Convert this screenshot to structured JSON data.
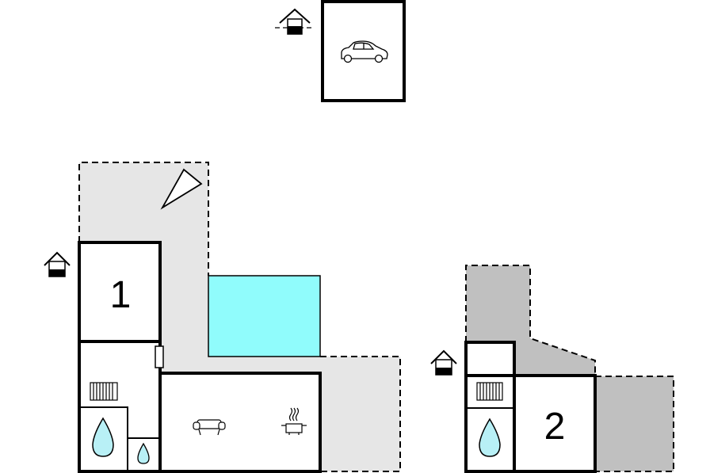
{
  "rooms": [
    {
      "number": "1"
    },
    {
      "number": "2"
    }
  ],
  "colors": {
    "terrace": "#e6e6e6",
    "terrace_dark": "#c0c0c0",
    "pool": "#90fcfc",
    "water": "#b8f0f6",
    "wall": "#000000",
    "background": "#ffffff"
  },
  "icons": [
    "house-entrance-icon",
    "car-icon",
    "north-arrow-icon",
    "pool",
    "radiator-icon",
    "shower-icon",
    "toilet-icon",
    "sofa-icon",
    "cooking-pot-icon"
  ]
}
